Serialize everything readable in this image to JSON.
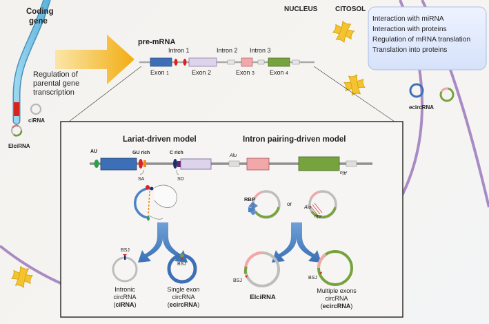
{
  "cell": {
    "nucleus_label": "NUCLEUS",
    "cytosol_label": "CITOSOL",
    "coding_gene_line1": "Coding",
    "coding_gene_line2": "gene",
    "regulation_line1": "Regulation of",
    "regulation_line2": "parental gene",
    "regulation_line3": "transcription",
    "cirna_label": "ciRNA",
    "elcirna_label": "EIciRNA",
    "ecircrna_label": "ecircRNA"
  },
  "pre_mrna": {
    "title": "pre-mRNA",
    "exon1": "Exon",
    "exon1_num": "1",
    "exon2": "Exon 2",
    "exon3": "Exon",
    "exon3_num": "3",
    "exon4": "Exon",
    "exon4_num": "4",
    "intron1": "Intron 1",
    "intron2": "Intron 2",
    "intron3": "Intron 3"
  },
  "functions_box": {
    "items": [
      "Interaction with miRNA",
      "Interaction with proteins",
      "Regulation of mRNA translation",
      "Translation into proteins"
    ]
  },
  "inset": {
    "lariat_title": "Lariat-driven model",
    "pairing_title": "Intron pairing-driven model",
    "au_label": "AU",
    "gu_rich_label": "GU rich",
    "c_rich_label": "C rich",
    "alu_label": "Alu",
    "alu_rev_label": "Alu",
    "sa_label": "SA",
    "sd_label": "SD",
    "rbp_label": "RBP",
    "or_label": "or",
    "bsj_label": "BSJ",
    "intronic_line1": "Intronic",
    "intronic_line2": "circRNA",
    "intronic_line3_abbr": "ciRNA",
    "single_line1": "Single exon",
    "single_line2": "circRNA",
    "single_line3_abbr": "ecircRNA",
    "elcirna_result": "EIciRNA",
    "multi_line1": "Multiple exons",
    "multi_line2": "circRNA",
    "multi_line3_abbr": "ecircRNA"
  },
  "colors": {
    "exon1": "#3d6fb6",
    "exon2": "#ddd3ea",
    "exon3": "#f2a7a9",
    "exon4": "#77a33e",
    "membrane": "#a98bc4",
    "gene": "#7cc5e6",
    "arrow": "#f2b31b",
    "blue_arrow": "#4a83c5",
    "functions_box": "#dfe8fb"
  }
}
